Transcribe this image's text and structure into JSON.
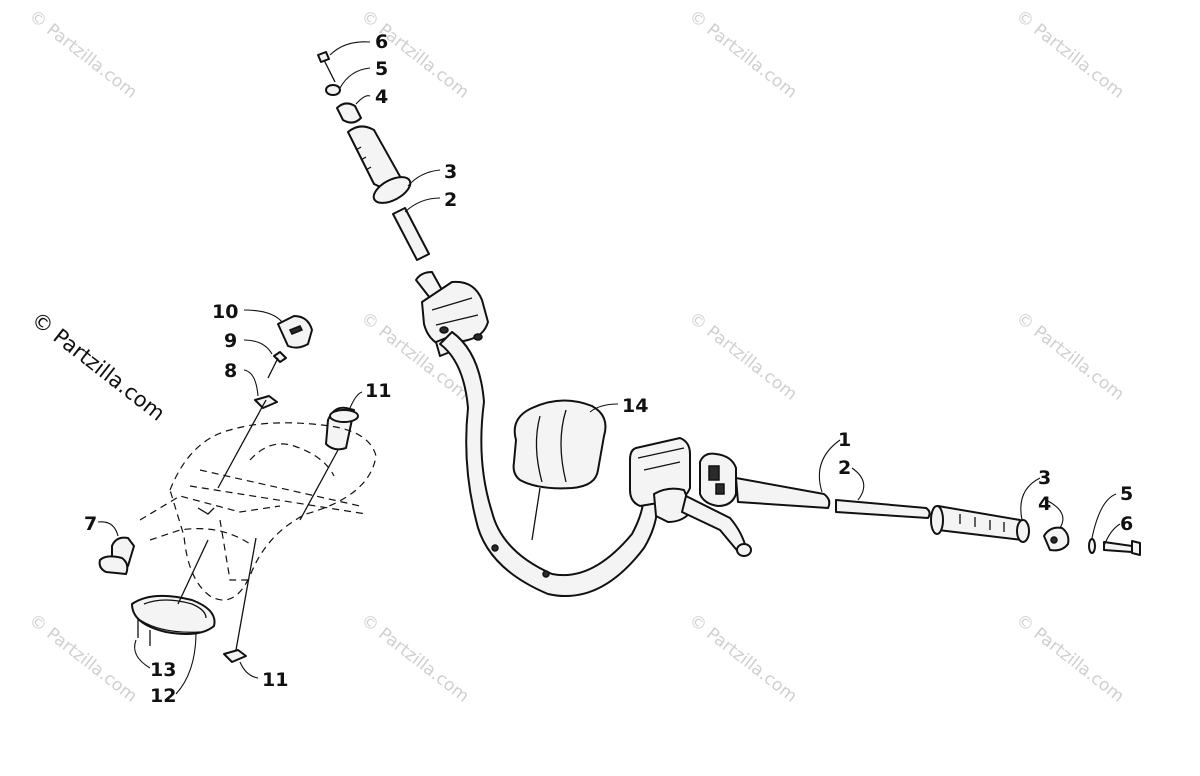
{
  "watermark": {
    "text": "© Partzilla.com"
  },
  "brand_label": "© Partzilla.com",
  "callouts": [
    {
      "label": "6"
    },
    {
      "label": "5"
    },
    {
      "label": "4"
    },
    {
      "label": "3"
    },
    {
      "label": "2"
    },
    {
      "label": "10"
    },
    {
      "label": "9"
    },
    {
      "label": "8"
    },
    {
      "label": "11"
    },
    {
      "label": "14"
    },
    {
      "label": "1"
    },
    {
      "label": "2"
    },
    {
      "label": "3"
    },
    {
      "label": "4"
    },
    {
      "label": "5"
    },
    {
      "label": "6"
    },
    {
      "label": "7"
    },
    {
      "label": "13"
    },
    {
      "label": "12"
    },
    {
      "label": "11"
    }
  ]
}
